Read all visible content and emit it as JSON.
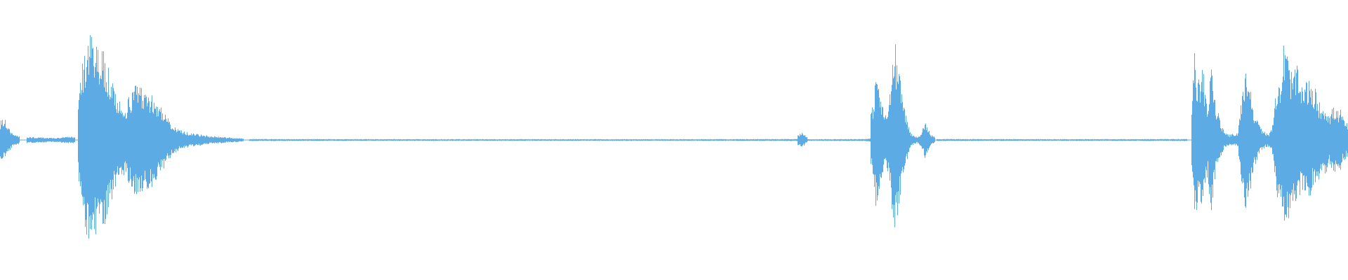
{
  "colors": {
    "background": "#ffffff",
    "waveform": "#5dabe4"
  },
  "waveform": {
    "amplitude_range": [
      -1,
      1
    ],
    "segments": [
      {
        "t": [
          0.0,
          0.002,
          0.004,
          0.006,
          0.008,
          0.01,
          0.012,
          0.014
        ],
        "a": [
          0.18,
          0.21,
          0.19,
          0.12,
          0.08,
          0.06,
          0.05,
          0.04
        ]
      },
      {
        "t": [
          0.02,
          0.03,
          0.04,
          0.05,
          0.055
        ],
        "a": [
          0.03,
          0.025,
          0.02,
          0.03,
          0.03
        ]
      },
      {
        "t": [
          0.058,
          0.06,
          0.062,
          0.064,
          0.066,
          0.068,
          0.07,
          0.072,
          0.074,
          0.076,
          0.078,
          0.08,
          0.082,
          0.085,
          0.088,
          0.09,
          0.093,
          0.096,
          0.098,
          0.1,
          0.102,
          0.105,
          0.108,
          0.11,
          0.112,
          0.115,
          0.118,
          0.121,
          0.124,
          0.127,
          0.13,
          0.133,
          0.136,
          0.14,
          0.145,
          0.15,
          0.155,
          0.16,
          0.165,
          0.17,
          0.175,
          0.18
        ],
        "a": [
          0.35,
          0.65,
          0.8,
          0.93,
          1.0,
          0.98,
          0.95,
          0.92,
          0.88,
          0.85,
          0.8,
          0.72,
          0.62,
          0.45,
          0.38,
          0.32,
          0.35,
          0.43,
          0.48,
          0.55,
          0.52,
          0.5,
          0.5,
          0.47,
          0.45,
          0.42,
          0.35,
          0.28,
          0.22,
          0.15,
          0.12,
          0.1,
          0.09,
          0.07,
          0.06,
          0.05,
          0.04,
          0.035,
          0.03,
          0.025,
          0.02,
          0.015
        ]
      },
      {
        "t": [
          0.185,
          0.3,
          0.4,
          0.5,
          0.59,
          0.6
        ],
        "a": [
          0.01,
          0.008,
          0.008,
          0.008,
          0.01,
          0.008
        ]
      },
      {
        "t": [
          0.592,
          0.594,
          0.596,
          0.598
        ],
        "a": [
          0.05,
          0.08,
          0.06,
          0.03
        ]
      },
      {
        "t": [
          0.6,
          0.64,
          0.645
        ],
        "a": [
          0.008,
          0.01,
          0.015
        ]
      },
      {
        "t": [
          0.646,
          0.648,
          0.65,
          0.652,
          0.654,
          0.656,
          0.658,
          0.66,
          0.662,
          0.664,
          0.666,
          0.668,
          0.67,
          0.672,
          0.674,
          0.676,
          0.678,
          0.68,
          0.682,
          0.684,
          0.686,
          0.688,
          0.69,
          0.693
        ],
        "a": [
          0.25,
          0.4,
          0.7,
          0.52,
          0.35,
          0.25,
          0.28,
          0.45,
          0.8,
          0.92,
          0.7,
          0.55,
          0.4,
          0.25,
          0.12,
          0.06,
          0.04,
          0.03,
          0.05,
          0.1,
          0.18,
          0.12,
          0.06,
          0.03
        ]
      },
      {
        "t": [
          0.695,
          0.8,
          0.88
        ],
        "a": [
          0.01,
          0.008,
          0.01
        ]
      },
      {
        "t": [
          0.884,
          0.886,
          0.888,
          0.89,
          0.892,
          0.894,
          0.896,
          0.898,
          0.9,
          0.902,
          0.904,
          0.906,
          0.908,
          0.91,
          0.912,
          0.914,
          0.916,
          0.918,
          0.92,
          0.922,
          0.924,
          0.926,
          0.928,
          0.93,
          0.932,
          0.934,
          0.936,
          0.938,
          0.94,
          0.942,
          0.944,
          0.946,
          0.948,
          0.95,
          0.952,
          0.954,
          0.956,
          0.958,
          0.96,
          0.962,
          0.964,
          0.966,
          0.968,
          0.97,
          0.972,
          0.974,
          0.976,
          0.978,
          0.98,
          0.982,
          0.984,
          0.986,
          0.988,
          0.99,
          0.992,
          0.994,
          0.996,
          0.998,
          1.0
        ],
        "a": [
          0.35,
          0.85,
          0.6,
          0.55,
          0.75,
          0.45,
          0.35,
          0.85,
          0.5,
          0.3,
          0.25,
          0.15,
          0.07,
          0.06,
          0.05,
          0.06,
          0.05,
          0.07,
          0.3,
          0.55,
          0.75,
          0.6,
          0.45,
          0.3,
          0.2,
          0.15,
          0.1,
          0.08,
          0.06,
          0.07,
          0.15,
          0.45,
          0.65,
          0.55,
          0.92,
          0.9,
          0.75,
          0.65,
          0.68,
          0.7,
          0.55,
          0.5,
          0.55,
          0.6,
          0.52,
          0.45,
          0.5,
          0.38,
          0.32,
          0.35,
          0.3,
          0.25,
          0.3,
          0.32,
          0.28,
          0.3,
          0.22,
          0.18,
          0.15
        ]
      }
    ]
  }
}
